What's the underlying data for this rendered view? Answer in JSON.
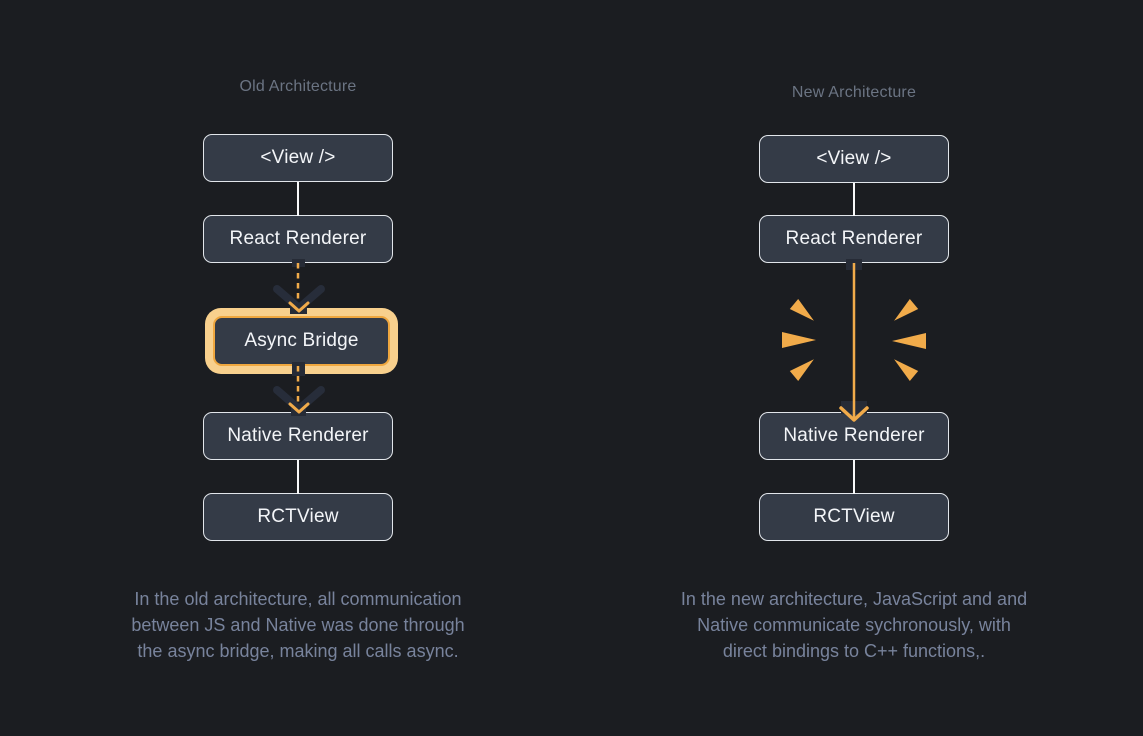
{
  "colors": {
    "background": "#1b1d21",
    "node_fill": "#343b47",
    "node_border": "#e2e6eb",
    "node_text": "#f3f5f8",
    "title_text": "#6b7483",
    "caption_text": "#78839c",
    "accent_orange": "#f1ab4a",
    "glow_outer": "#f8d08d",
    "glow_border": "#efa73f",
    "dark_chevron": "#272d3a",
    "connector_white": "#f8f9fa"
  },
  "old_diagram": {
    "title": "Old Architecture",
    "nodes": [
      {
        "label": "<View />"
      },
      {
        "label": "React Renderer"
      },
      {
        "label": "Async Bridge",
        "highlighted": true
      },
      {
        "label": "Native Renderer"
      },
      {
        "label": "RCTView"
      }
    ],
    "caption_lines": [
      "In the old architecture, all communication",
      "between JS and Native was done through",
      "the async bridge, making all calls async."
    ]
  },
  "new_diagram": {
    "title": "New Architecture",
    "nodes": [
      {
        "label": "<View />"
      },
      {
        "label": "React Renderer"
      },
      {
        "label": "Native Renderer"
      },
      {
        "label": "RCTView"
      }
    ],
    "caption_lines": [
      "In the new architecture, JavaScript and and",
      "Native communicate sychronously, with",
      "direct bindings to C++ functions,."
    ]
  }
}
